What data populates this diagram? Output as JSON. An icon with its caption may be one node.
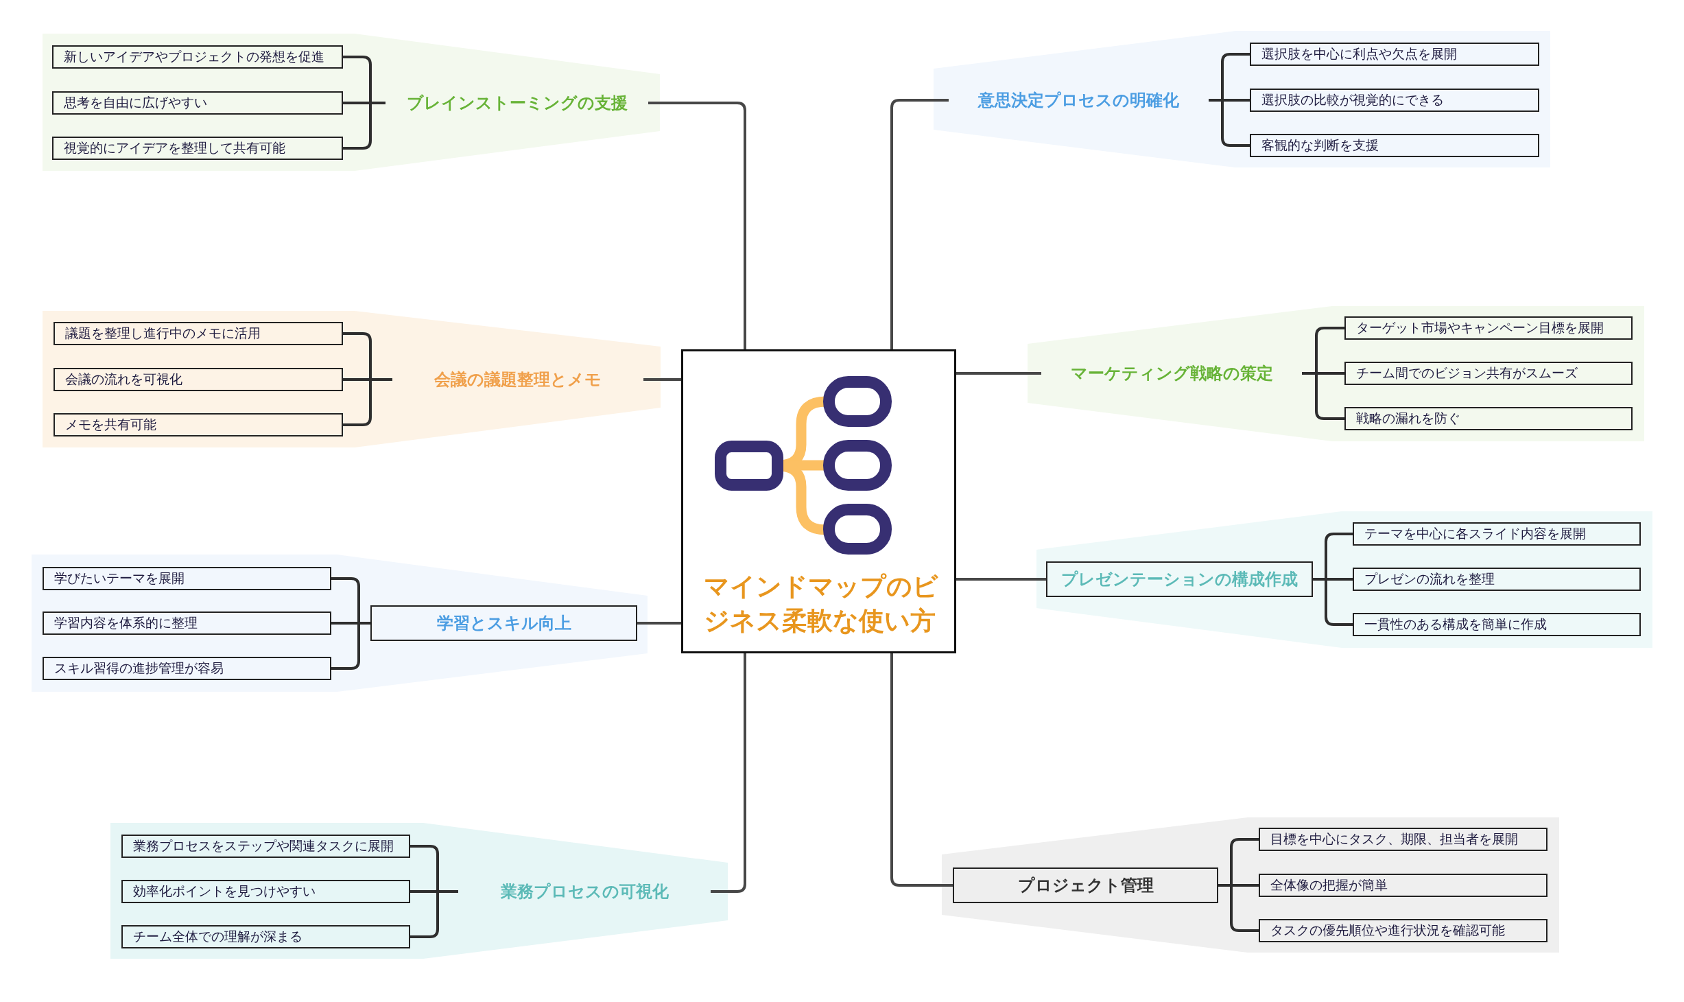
{
  "diagram": {
    "nodes": [
      {
        "text": [
          "マインドマップのビジネス柔軟な使い方"
        ]
      },
      {
        "text": [
          "ブレインストーミングの支援"
        ]
      },
      {
        "text": [
          "新しいアイデアやプロジェクトの発想を促進"
        ]
      },
      {
        "text": [
          "思考を自由に広げやすい"
        ]
      },
      {
        "text": [
          "視覚的にアイデアを整理して共有可能"
        ]
      },
      {
        "text": [
          "会議の議題整理とメモ"
        ]
      },
      {
        "text": [
          "議題を整理し進行中のメモに活用"
        ]
      },
      {
        "text": [
          "会議の流れを可視化"
        ]
      },
      {
        "text": [
          "メモを共有可能"
        ]
      },
      {
        "text": [
          "学習とスキル向上"
        ]
      },
      {
        "text": [
          "学びたいテーマを展開"
        ]
      },
      {
        "text": [
          "学習内容を体系的に整理"
        ]
      },
      {
        "text": [
          "スキル習得の進捗管理が容易"
        ]
      },
      {
        "text": [
          "業務プロセスの可視化"
        ]
      },
      {
        "text": [
          "業務プロセスをステップや関連タスクに展開"
        ]
      },
      {
        "text": [
          "効率化ポイントを見つけやすい"
        ]
      },
      {
        "text": [
          "チーム全体での理解が深まる"
        ]
      },
      {
        "text": [
          "意思決定プロセスの明確化"
        ]
      },
      {
        "text": [
          "選択肢を中心に利点や欠点を展開"
        ]
      },
      {
        "text": [
          "選択肢の比較が視覚的にできる"
        ]
      },
      {
        "text": [
          "客観的な判断を支援"
        ]
      },
      {
        "text": [
          "マーケティング戦略の策定"
        ]
      },
      {
        "text": [
          "ターゲット市場やキャンペーン目標を展開"
        ]
      },
      {
        "text": [
          "チーム間でのビジョン共有がスムーズ"
        ]
      },
      {
        "text": [
          "戦略の漏れを防ぐ"
        ]
      },
      {
        "text": [
          "プレゼンテーションの構成作成"
        ]
      },
      {
        "text": [
          "テーマを中心に各スライド内容を展開"
        ]
      },
      {
        "text": [
          "プレゼンの流れを整理"
        ]
      },
      {
        "text": [
          "一貫性のある構成を簡単に作成"
        ]
      },
      {
        "text": [
          "プロジェクト管理"
        ]
      },
      {
        "text": [
          "目標を中心にタスク、期限、担当者を展開"
        ]
      },
      {
        "text": [
          "全体像の把握が簡単"
        ]
      },
      {
        "text": [
          "タスクの優先順位や進行状況を確認可能"
        ]
      }
    ],
    "edges": [
      {
        "from": 0,
        "to": 1,
        "arrow": "none"
      },
      {
        "from": 1,
        "to": 2,
        "arrow": "none"
      },
      {
        "from": 1,
        "to": 3,
        "arrow": "none"
      },
      {
        "from": 1,
        "to": 4,
        "arrow": "none"
      },
      {
        "from": 0,
        "to": 5,
        "arrow": "none"
      },
      {
        "from": 5,
        "to": 6,
        "arrow": "none"
      },
      {
        "from": 5,
        "to": 7,
        "arrow": "none"
      },
      {
        "from": 5,
        "to": 8,
        "arrow": "none"
      },
      {
        "from": 0,
        "to": 9,
        "arrow": "none"
      },
      {
        "from": 9,
        "to": 10,
        "arrow": "none"
      },
      {
        "from": 9,
        "to": 11,
        "arrow": "none"
      },
      {
        "from": 9,
        "to": 12,
        "arrow": "none"
      },
      {
        "from": 0,
        "to": 13,
        "arrow": "none"
      },
      {
        "from": 13,
        "to": 14,
        "arrow": "none"
      },
      {
        "from": 13,
        "to": 15,
        "arrow": "none"
      },
      {
        "from": 13,
        "to": 16,
        "arrow": "none"
      },
      {
        "from": 0,
        "to": 17,
        "arrow": "none"
      },
      {
        "from": 17,
        "to": 18,
        "arrow": "none"
      },
      {
        "from": 17,
        "to": 19,
        "arrow": "none"
      },
      {
        "from": 17,
        "to": 20,
        "arrow": "none"
      },
      {
        "from": 0,
        "to": 21,
        "arrow": "none"
      },
      {
        "from": 21,
        "to": 22,
        "arrow": "none"
      },
      {
        "from": 21,
        "to": 23,
        "arrow": "none"
      },
      {
        "from": 21,
        "to": 24,
        "arrow": "none"
      },
      {
        "from": 0,
        "to": 25,
        "arrow": "none"
      },
      {
        "from": 25,
        "to": 26,
        "arrow": "none"
      },
      {
        "from": 25,
        "to": 27,
        "arrow": "none"
      },
      {
        "from": 25,
        "to": 28,
        "arrow": "none"
      },
      {
        "from": 0,
        "to": 29,
        "arrow": "none"
      },
      {
        "from": 29,
        "to": 30,
        "arrow": "none"
      },
      {
        "from": 29,
        "to": 31,
        "arrow": "none"
      },
      {
        "from": 29,
        "to": 32,
        "arrow": "none"
      }
    ]
  }
}
